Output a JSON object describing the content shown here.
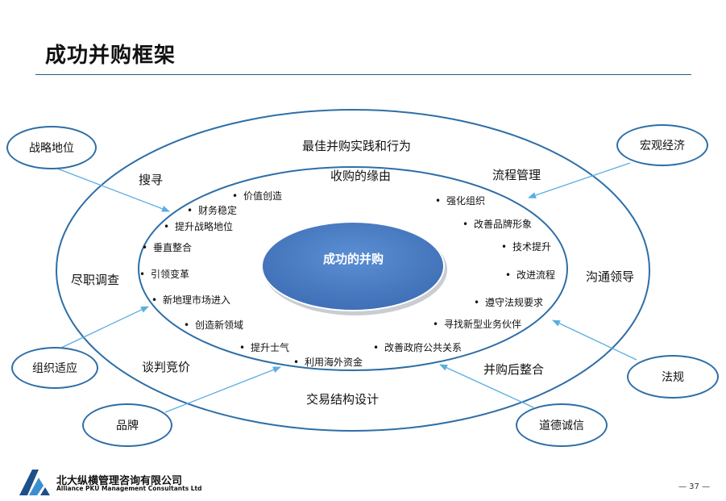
{
  "page": {
    "title": "成功并购框架",
    "page_number": "— 37 —"
  },
  "diagram": {
    "center": "成功的并购",
    "outer_labels": {
      "top": "最佳并购实践和行为",
      "search": "搜寻",
      "process_mgmt": "流程管理",
      "due_diligence": "尽职调查",
      "comm_leadership": "沟通领导",
      "negotiation": "谈判竞价",
      "post_integration": "并购后整合",
      "deal_structure": "交易结构设计"
    },
    "inner_title": "收购的缘由",
    "reasons_left": [
      "价值创造",
      "财务稳定",
      "提升战略地位",
      "垂直整合",
      "引领变革",
      "新地理市场进入",
      "创造新领域",
      "提升士气",
      "利用海外资金"
    ],
    "reasons_right": [
      "强化组织",
      "改善品牌形象",
      "技术提升",
      "改进流程",
      "遵守法规要求",
      "寻找新型业务伙伴",
      "改善政府公共关系"
    ],
    "bullet": "•",
    "external_factors": {
      "strategic_position": "战略地位",
      "macro_economy": "宏观经济",
      "org_adaptation": "组织适应",
      "regulations": "法规",
      "brand": "品牌",
      "ethics": "道德诚信"
    },
    "colors": {
      "accent": "#2e6ea6",
      "center_fill": "#4a7dc4",
      "arrow": "#5aaee0"
    }
  },
  "logo": {
    "name_cn": "北大纵横管理咨询有限公司",
    "name_en": "Alliance PKU Management Consultants Ltd"
  }
}
